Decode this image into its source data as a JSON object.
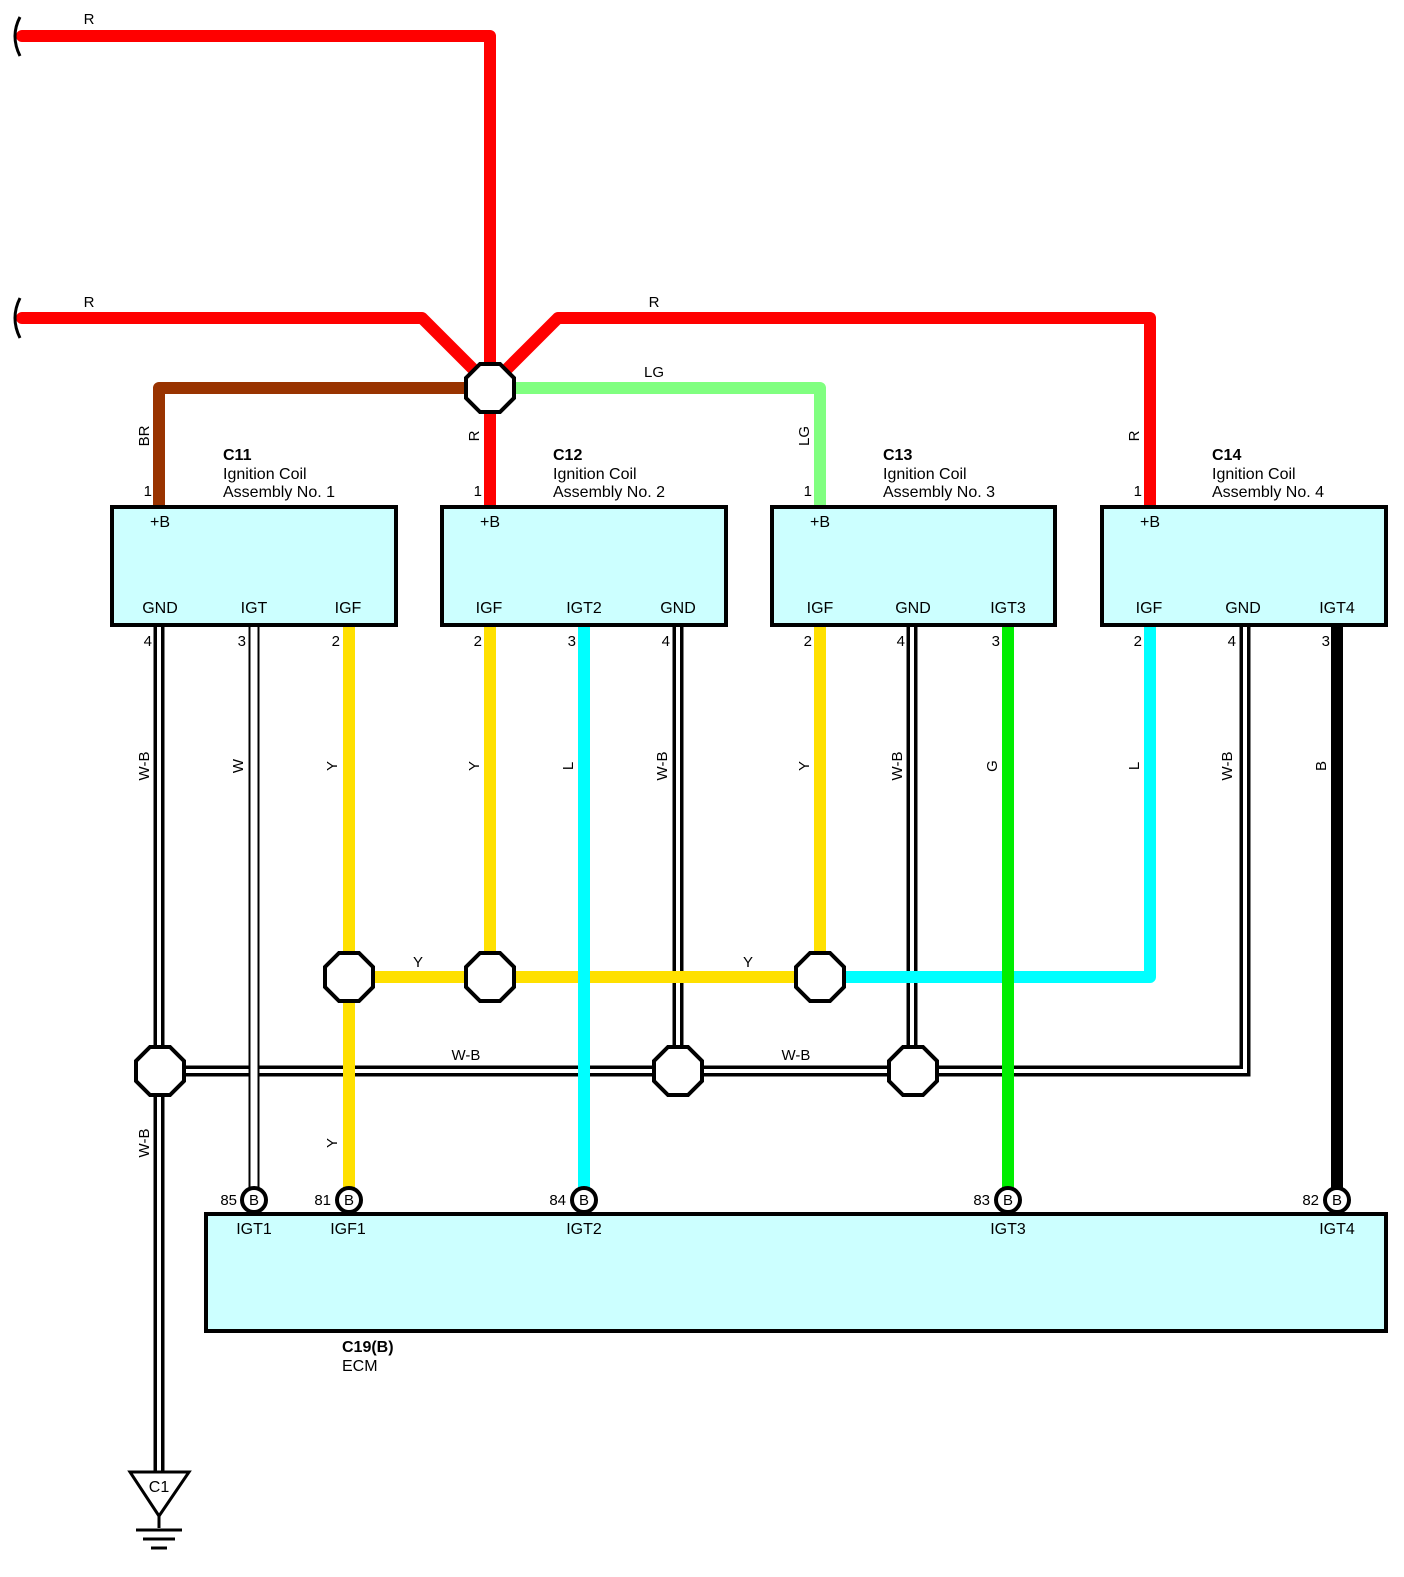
{
  "colors": {
    "R": "#ff0000",
    "BR": "#993300",
    "LG": "#80ff80",
    "Y": "#ffe000",
    "L": "#00ffff",
    "G": "#00ee00",
    "B": "#000000",
    "W": "#ffffff",
    "W-B": "#ffffff",
    "box_fill": "#ccffff"
  },
  "wire_labels": {
    "top_r": "R",
    "mid_r": "R",
    "right_r": "R",
    "lg_h": "LG",
    "br_v": "BR",
    "r_v_c12": "R",
    "lg_v": "LG",
    "r_v_c14": "R",
    "c11_wb": "W-B",
    "c11_w": "W",
    "c11_y": "Y",
    "c12_y": "Y",
    "c12_l": "L",
    "c12_wb": "W-B",
    "c13_y": "Y",
    "c13_wb": "W-B",
    "c13_g": "G",
    "c14_l": "L",
    "c14_wb": "W-B",
    "c14_b": "B",
    "y_bus_1": "Y",
    "y_bus_2": "Y",
    "wb_bus_1": "W-B",
    "wb_bus_2": "W-B",
    "y_ecm": "Y",
    "wb_ground": "W-B"
  },
  "connectors": {
    "c11": {
      "id": "C11",
      "name1": "Ignition Coil",
      "name2": "Assembly No. 1",
      "pin_top": "1",
      "term_top": "+B",
      "terms": [
        "GND",
        "IGT",
        "IGF"
      ],
      "pins": [
        "4",
        "3",
        "2"
      ]
    },
    "c12": {
      "id": "C12",
      "name1": "Ignition Coil",
      "name2": "Assembly No. 2",
      "pin_top": "1",
      "term_top": "+B",
      "terms": [
        "IGF",
        "IGT2",
        "GND"
      ],
      "pins": [
        "2",
        "3",
        "4"
      ]
    },
    "c13": {
      "id": "C13",
      "name1": "Ignition Coil",
      "name2": "Assembly No. 3",
      "pin_top": "1",
      "term_top": "+B",
      "terms": [
        "IGF",
        "GND",
        "IGT3"
      ],
      "pins": [
        "2",
        "4",
        "3"
      ]
    },
    "c14": {
      "id": "C14",
      "name1": "Ignition Coil",
      "name2": "Assembly No. 4",
      "pin_top": "1",
      "term_top": "+B",
      "terms": [
        "IGF",
        "GND",
        "IGT4"
      ],
      "pins": [
        "2",
        "4",
        "3"
      ]
    }
  },
  "ecm": {
    "id": "C19(B)",
    "name": "ECM",
    "connector_letter": "B",
    "pins": [
      {
        "num": "85",
        "term": "IGT1"
      },
      {
        "num": "81",
        "term": "IGF1"
      },
      {
        "num": "84",
        "term": "IGT2"
      },
      {
        "num": "83",
        "term": "IGT3"
      },
      {
        "num": "82",
        "term": "IGT4"
      }
    ]
  },
  "ground": {
    "id": "C1"
  }
}
